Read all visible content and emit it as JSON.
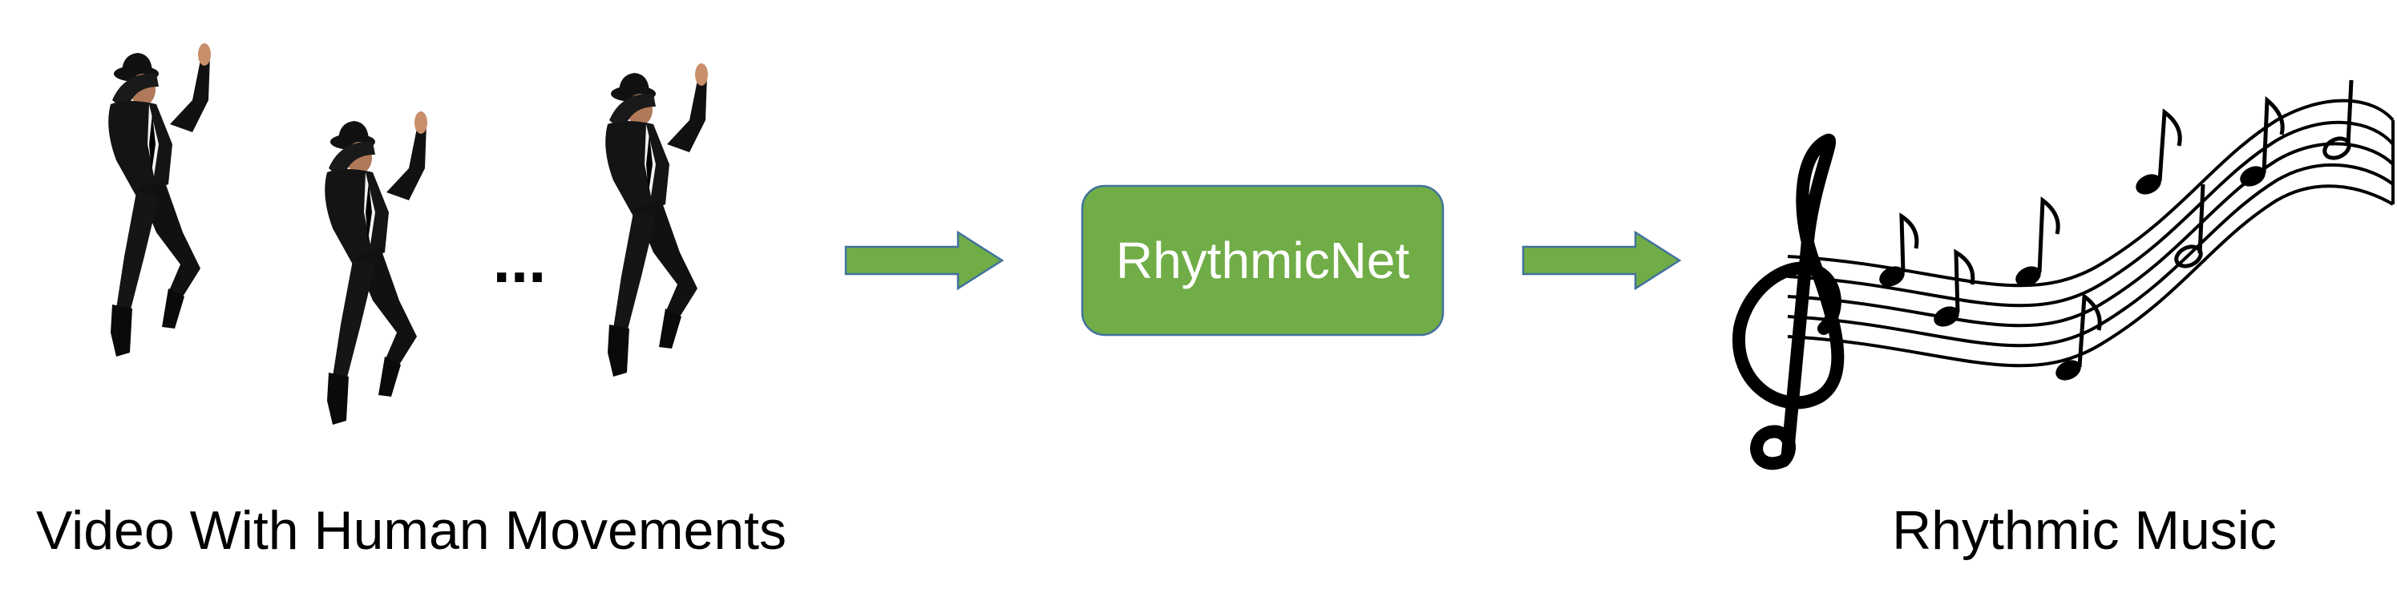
{
  "diagram": {
    "input_label": "Video With Human Movements",
    "frame_ellipsis": "...",
    "model_label": "RhythmicNet",
    "output_label": "Rhythmic Music"
  },
  "icons": {
    "frames": "dancer-silhouette-icon",
    "arrows": "right-arrow-icon",
    "music": "treble-clef-music-staff-icon"
  },
  "colors": {
    "node_fill": "#70AD47",
    "node_border": "#41719C",
    "arrow_fill": "#70AD47",
    "arrow_border": "#41719C",
    "text": "#000000",
    "node_text": "#FFFFFF"
  }
}
